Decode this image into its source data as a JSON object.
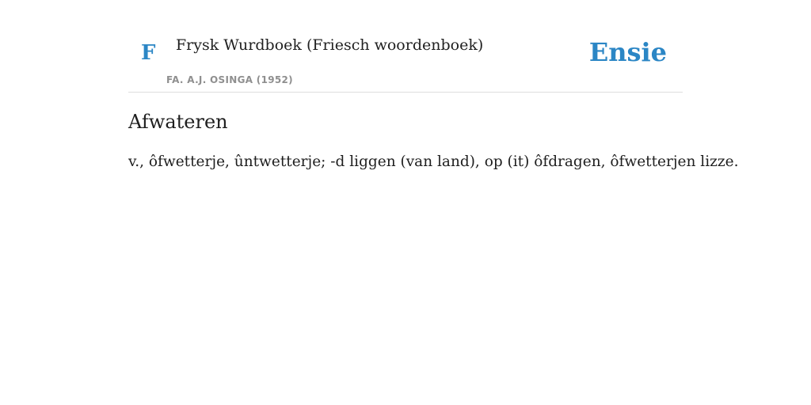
{
  "header": {
    "logo_letter": "F",
    "book_title": "Frysk Wurdboek (Friesch woordenboek)",
    "book_author": "FA. A.J. OSINGA (1952)",
    "brand": "Ensie",
    "accent_color": "#2b86c5"
  },
  "entry": {
    "title": "Afwateren",
    "text": "v., ôfwetterje, ûntwetterje; -d liggen (van land), op (it) ôfdragen, ôfwetterjen lizze."
  }
}
